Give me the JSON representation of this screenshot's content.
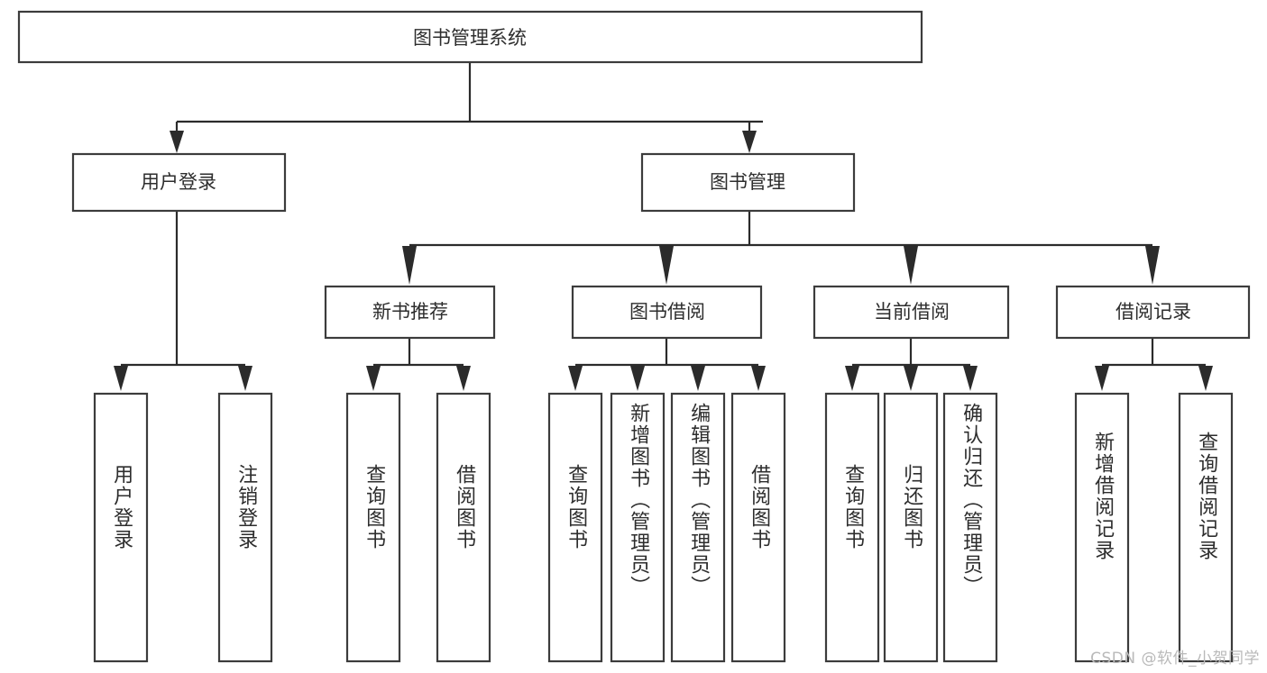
{
  "diagram": {
    "type": "tree",
    "orientation": "top-down",
    "root": {
      "id": "root",
      "label": "图书管理系统",
      "text_direction": "horizontal"
    },
    "level1": [
      {
        "id": "user-login",
        "label": "用户登录",
        "text_direction": "horizontal"
      },
      {
        "id": "book-management",
        "label": "图书管理",
        "text_direction": "horizontal"
      }
    ],
    "level2": [
      {
        "id": "new-book-recommend",
        "label": "新书推荐",
        "parent": "book-management",
        "text_direction": "horizontal"
      },
      {
        "id": "book-borrow",
        "label": "图书借阅",
        "parent": "book-management",
        "text_direction": "horizontal"
      },
      {
        "id": "current-borrow",
        "label": "当前借阅",
        "parent": "book-management",
        "text_direction": "horizontal"
      },
      {
        "id": "borrow-record",
        "label": "借阅记录",
        "parent": "book-management",
        "text_direction": "horizontal"
      }
    ],
    "leaves": [
      {
        "id": "leaf-user-login",
        "label": "用户登录",
        "parent": "user-login",
        "text_direction": "vertical"
      },
      {
        "id": "leaf-user-logout",
        "label": "注销登录",
        "parent": "user-login",
        "text_direction": "vertical"
      },
      {
        "id": "leaf-query-book-1",
        "label": "查询图书",
        "parent": "new-book-recommend",
        "text_direction": "vertical"
      },
      {
        "id": "leaf-borrow-book-1",
        "label": "借阅图书",
        "parent": "new-book-recommend",
        "text_direction": "vertical"
      },
      {
        "id": "leaf-query-book-2",
        "label": "查询图书",
        "parent": "book-borrow",
        "text_direction": "vertical"
      },
      {
        "id": "leaf-add-book",
        "label": "新增图书（管理员）",
        "parent": "book-borrow",
        "text_direction": "vertical"
      },
      {
        "id": "leaf-edit-book",
        "label": "编辑图书（管理员）",
        "parent": "book-borrow",
        "text_direction": "vertical"
      },
      {
        "id": "leaf-borrow-book-2",
        "label": "借阅图书",
        "parent": "book-borrow",
        "text_direction": "vertical"
      },
      {
        "id": "leaf-query-book-3",
        "label": "查询图书",
        "parent": "current-borrow",
        "text_direction": "vertical"
      },
      {
        "id": "leaf-return-book",
        "label": "归还图书",
        "parent": "current-borrow",
        "text_direction": "vertical"
      },
      {
        "id": "leaf-confirm-return",
        "label": "确认归还（管理员）",
        "parent": "current-borrow",
        "text_direction": "vertical"
      },
      {
        "id": "leaf-add-record",
        "label": "新增借阅记录",
        "parent": "borrow-record",
        "text_direction": "vertical"
      },
      {
        "id": "leaf-query-record",
        "label": "查询借阅记录",
        "parent": "borrow-record",
        "text_direction": "vertical"
      }
    ],
    "colors": {
      "box_fill": "#ffffff",
      "box_stroke": "#3c3c3c",
      "edge_stroke": "#2b2b2b",
      "text": "#2d2d2d",
      "background": "#ffffff",
      "watermark": "#b9b9b9"
    }
  },
  "watermark": {
    "text": "CSDN @软件_小贺同学"
  }
}
